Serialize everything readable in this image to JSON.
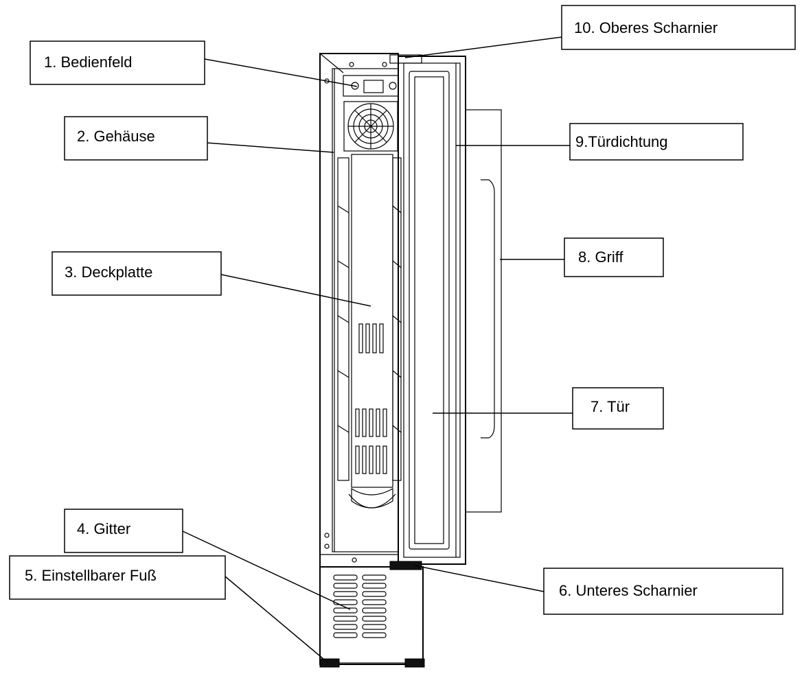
{
  "labels": {
    "bedienfeld": "1. Bedienfeld",
    "gehaeuse": "2. Gehäuse",
    "deckplatte": "3. Deckplatte",
    "gitter": "4. Gitter",
    "fuss": "5. Einstellbarer Fuß",
    "unteres_scharnier": "6. Unteres Scharnier",
    "tuer": "7. Tür",
    "griff": "8. Griff",
    "tuerdichtung": "9.Türdichtung",
    "oberes_scharnier": "10. Oberes Scharnier"
  }
}
